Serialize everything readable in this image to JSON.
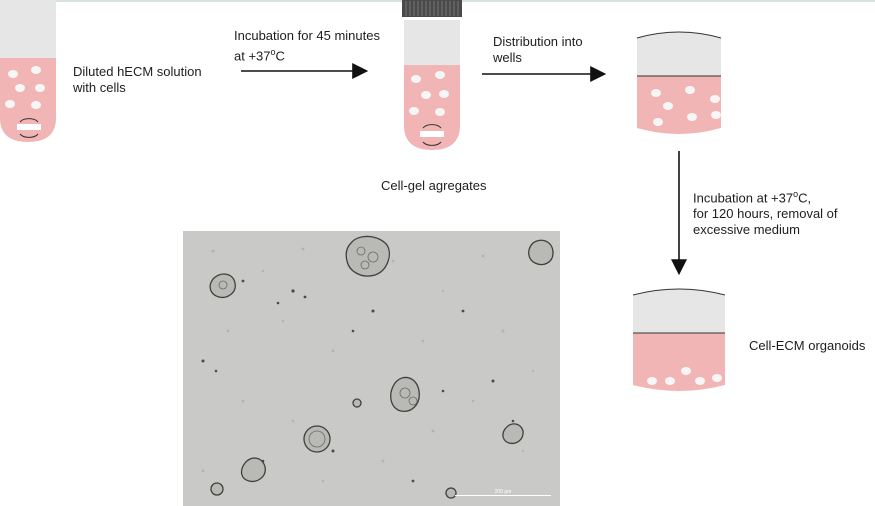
{
  "labels": {
    "solution": "Diluted hECM solution\nwith cells",
    "incubation1": "Incubation for 45 minutes\nat +37",
    "incubation1_unit": "C",
    "distribution": "Distribution into\nwells",
    "aggregates": "Cell-gel agregates",
    "incubation2_line1": "Incubation at +37",
    "incubation2_line1_unit": "C,",
    "incubation2_rest": "for 120 hours, removal of\nexcessive medium",
    "organoids": "Cell-ECM organoids"
  },
  "micrograph": {
    "scale_label": "200 µm"
  },
  "colors": {
    "liquid": "#f2b5b5",
    "tube_top": "#e6e6e6",
    "cells": "#f6f6f6",
    "micro_bg": "#c9c9c7"
  }
}
